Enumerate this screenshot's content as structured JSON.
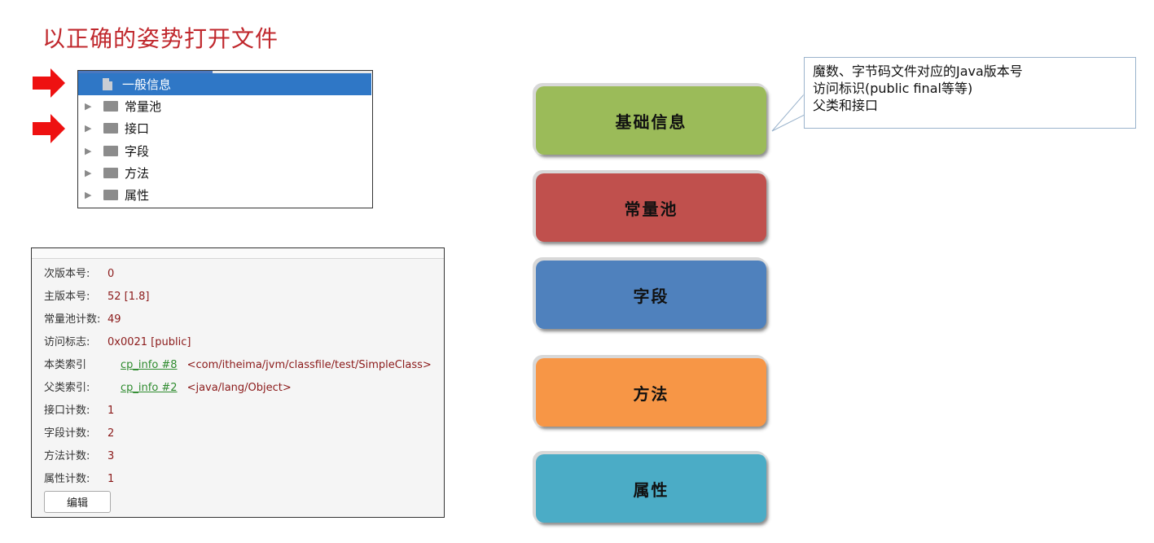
{
  "title": "以正确的姿势打开文件",
  "colors": {
    "title": "#c0282d",
    "arrow": "#ee1111",
    "selected": "#2f77c6"
  },
  "tree": {
    "items": [
      {
        "label": "一般信息",
        "icon": "document-icon",
        "selected": true
      },
      {
        "label": "常量池",
        "icon": "folder-icon",
        "selected": false
      },
      {
        "label": "接口",
        "icon": "folder-icon",
        "selected": false
      },
      {
        "label": "字段",
        "icon": "folder-icon",
        "selected": false
      },
      {
        "label": "方法",
        "icon": "folder-icon",
        "selected": false
      },
      {
        "label": "属性",
        "icon": "folder-icon",
        "selected": false
      }
    ]
  },
  "info": {
    "rows": [
      {
        "label": "次版本号:",
        "value": "0"
      },
      {
        "label": "主版本号:",
        "value": "52 [1.8]"
      },
      {
        "label": "常量池计数:",
        "value": "49"
      },
      {
        "label": "访问标志:",
        "value": "0x0021 [public]"
      },
      {
        "label": "本类索引",
        "link": "cp_info #8",
        "ref": "<com/itheima/jvm/classfile/test/SimpleClass>"
      },
      {
        "label": "父类索引:",
        "link": "cp_info #2",
        "ref": "<java/lang/Object>"
      },
      {
        "label": "接口计数:",
        "value": "1"
      },
      {
        "label": "字段计数:",
        "value": "2"
      },
      {
        "label": "方法计数:",
        "value": "3"
      },
      {
        "label": "属性计数:",
        "value": "1"
      }
    ],
    "edit_label": "编辑"
  },
  "boxes": [
    {
      "label": "基础信息",
      "color": "#9bbb59"
    },
    {
      "label": "常量池",
      "color": "#c0504d"
    },
    {
      "label": "字段",
      "color": "#4f81bd"
    },
    {
      "label": "方法",
      "color": "#f79646"
    },
    {
      "label": "属性",
      "color": "#4bacc6"
    }
  ],
  "callout": {
    "lines": [
      "魔数、字节码文件对应的Java版本号",
      "访问标识(public final等等)",
      "父类和接口"
    ]
  }
}
